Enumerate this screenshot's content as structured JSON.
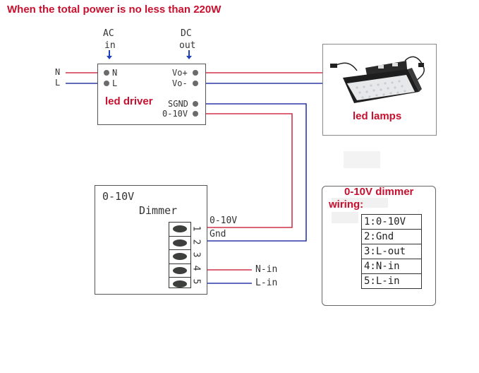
{
  "title": "When the total power is no less than 220W",
  "colors": {
    "title_red": "#c8102e",
    "wire_red": "#d0344a",
    "wire_blue": "#2b3aa8",
    "box_border": "#555555",
    "terminal_gray": "#6b6b6b"
  },
  "driver": {
    "label": "led driver",
    "ac_header": [
      "AC",
      "in"
    ],
    "dc_header": [
      "DC",
      "out"
    ],
    "arrow_icon": "arrow-down-icon",
    "input_terminals": [
      "N",
      "L"
    ],
    "output_terminals": [
      "Vo+",
      "Vo-",
      "SGND",
      "0-10V"
    ]
  },
  "mains": {
    "labels": [
      "N",
      "L"
    ]
  },
  "lamp": {
    "label": "led lamps",
    "image_icon": "led-floodlight-icon"
  },
  "dimmer": {
    "title_line1": "0-10V",
    "title_line2": "Dimmer",
    "terminal_numbers": [
      "1",
      "2",
      "3",
      "4",
      "5"
    ],
    "wire_labels": {
      "t1": "0-10V",
      "t2": "Gnd",
      "t4": "N-in",
      "t5": "L-in"
    }
  },
  "legend": {
    "title_line1": "0-10V dimmer",
    "title_line2": "wiring:",
    "rows": [
      "1:0-10V",
      "2:Gnd",
      "3:L-out",
      "4:N-in",
      "5:L-in"
    ]
  }
}
